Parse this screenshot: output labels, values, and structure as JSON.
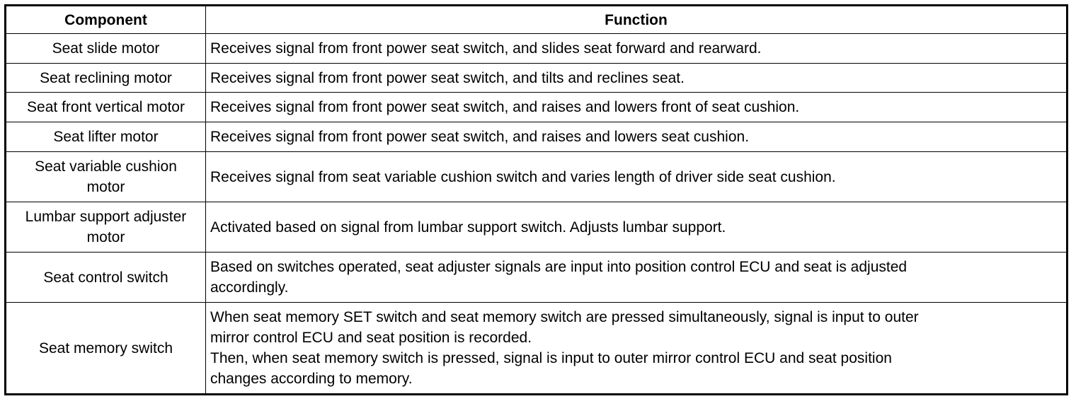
{
  "table": {
    "headers": {
      "component": "Component",
      "function": "Function"
    },
    "rows": [
      {
        "component": [
          "Seat slide motor"
        ],
        "function": [
          "Receives signal from front power seat switch, and slides seat forward and rearward."
        ]
      },
      {
        "component": [
          "Seat reclining motor"
        ],
        "function": [
          "Receives signal from front power seat switch, and tilts and reclines seat."
        ]
      },
      {
        "component": [
          "Seat front vertical motor"
        ],
        "function": [
          "Receives signal from front power seat switch, and raises and lowers front of seat cushion."
        ]
      },
      {
        "component": [
          "Seat lifter motor"
        ],
        "function": [
          "Receives signal from front power seat switch, and raises and lowers seat cushion."
        ]
      },
      {
        "component": [
          "Seat variable cushion",
          "motor"
        ],
        "function": [
          "Receives signal from seat variable cushion switch and varies length of driver side seat cushion."
        ]
      },
      {
        "component": [
          "Lumbar support adjuster",
          "motor"
        ],
        "function": [
          "Activated based on signal from lumbar support switch. Adjusts lumbar support."
        ]
      },
      {
        "component": [
          "Seat control switch"
        ],
        "function": [
          "Based on switches operated, seat adjuster signals are input into position control ECU and seat is adjusted",
          "accordingly."
        ]
      },
      {
        "component": [
          "Seat memory switch"
        ],
        "function": [
          "When seat memory SET switch and seat memory switch are pressed simultaneously, signal is input to outer",
          "mirror control ECU and seat position is recorded.",
          "Then, when seat memory switch is pressed, signal is input to outer mirror control ECU and seat position",
          "changes according to memory."
        ]
      }
    ]
  }
}
